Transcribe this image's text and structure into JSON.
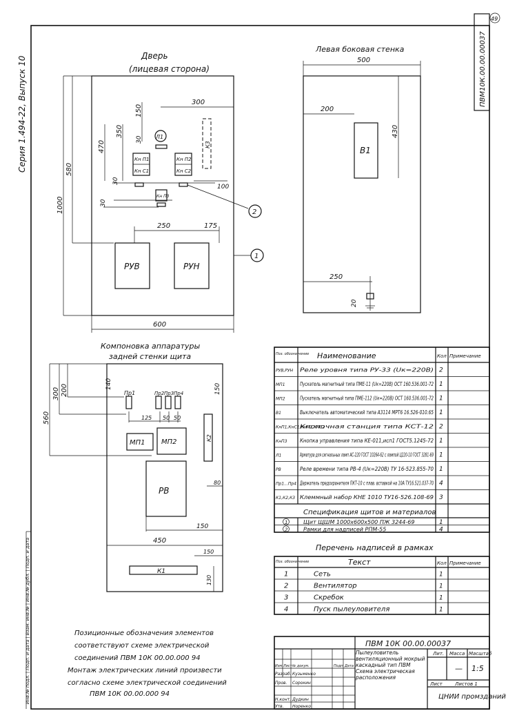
{
  "side": {
    "series": "Серия 1.494-22, Выпуск 10",
    "inv_labels": "Инв.№ подл. | Подп. и дата | Взам. инв.№ | Инв.№ дубл. | Подп. и дата"
  },
  "doc_code_rotated": "ПВМ10К.00.00.00037",
  "page_mark": "49",
  "door": {
    "title": "Дверь",
    "subtitle": "(лицевая сторона)",
    "dims": {
      "d1000": "1000",
      "d580": "580",
      "d470": "470",
      "d350": "350",
      "d150": "150",
      "d300": "300",
      "d30a": "30",
      "d30b": "30",
      "d30c": "30",
      "d100": "100",
      "d250": "250",
      "d175": "175",
      "d600": "600"
    },
    "labels": {
      "A1": "Л1",
      "knp1": "Кн П1",
      "knc1": "Кн С1",
      "knp2": "Кн П2",
      "knc2": "Кн С2",
      "knp3": "Кн П3",
      "k3": "К3",
      "ruv": "РУВ",
      "run": "РУН"
    },
    "callout1": "1",
    "callout2": "2"
  },
  "left_wall": {
    "title": "Левая боковая стенка",
    "dims": {
      "d500": "500",
      "d200": "200",
      "d430": "430",
      "d250": "250",
      "d20": "20"
    },
    "label_b1": "В1"
  },
  "back_wall": {
    "title": "Компоновка аппаратуры",
    "subtitle": "задней стенки щита",
    "dims": {
      "d560": "560",
      "d300": "300",
      "d200": "200",
      "d140": "140",
      "d125": "125",
      "d50a": "50",
      "d50b": "50",
      "d150a": "150",
      "d80": "80",
      "d150b": "150",
      "d450": "450",
      "d150c": "150",
      "d130": "130"
    },
    "labels": {
      "pr1": "Пр1",
      "pr2": "Пр2",
      "pr3": "Пр3",
      "pr4": "Пр4",
      "mp1": "МП1",
      "mp2": "МП2",
      "pv": "РВ",
      "k1": "К1",
      "k2": "К2"
    }
  },
  "spec_table": {
    "headers": [
      "Поз. обозна-чение",
      "Наименование",
      "Кол",
      "Примечание"
    ],
    "rows": [
      {
        "pos": "РУВ,РУН",
        "name": "Реле уровня типа РУ-33 (Uк=220В)",
        "qty": "2"
      },
      {
        "pos": "МП1",
        "name": "Пускатель магнитный типа ПМЕ-11 (Uк=220В) ОСТ 160.536.001-72",
        "qty": "1"
      },
      {
        "pos": "МП2",
        "name": "Пускатель магнитный типа ПМЕ-112 (Uк=220В) ОСТ 160.536.001-72",
        "qty": "1"
      },
      {
        "pos": "В1",
        "name": "Выключатель автоматический типа А3114 МРТ6 16.526-010.65",
        "qty": "1"
      },
      {
        "pos": "КнП1,КнС1,КнП2,КнС2",
        "name": "Кнопочная станция типа КСТ-12",
        "qty": "2"
      },
      {
        "pos": "КнП3",
        "name": "Кнопка управления типа КЕ-011,исп1 ГОСТ5.1245-72",
        "qty": "1"
      },
      {
        "pos": "Л1",
        "name": "Арматура для сигнальных ламп АС-220 ГОСТ 10264-62 с лампой Ц220-10 ГОСТ 3281-69",
        "qty": "1"
      },
      {
        "pos": "РВ",
        "name": "Реле времени типа РВ-4 (Uк=220В) ТУ 16-523.855-70",
        "qty": "1"
      },
      {
        "pos": "Пр1...Пр4",
        "name": "Держатель предохранителя ПКТ-10 с плав. вставкой на 10А ТУ16.521.037-70",
        "qty": "4"
      },
      {
        "pos": "К1,К2,К3",
        "name": "Клеммный набор КНЕ 1010 ТУ16-526.108-69",
        "qty": "3"
      }
    ],
    "subheader": "Спецификация щитов и материалов",
    "material_rows": [
      {
        "num": "1",
        "name": "Щит ЩШМ 1000х600х500 ПЖ 3244-69",
        "qty": "1"
      },
      {
        "num": "2",
        "name": "Рамки для надписей РПМ-55",
        "qty": "4"
      }
    ]
  },
  "inscriptions": {
    "title": "Перечень надписей в рамках",
    "headers": [
      "Поз. обозна-чение",
      "Текст",
      "Кол",
      "Примечание"
    ],
    "rows": [
      {
        "num": "1",
        "text": "Сеть",
        "qty": "1"
      },
      {
        "num": "2",
        "text": "Вентилятор",
        "qty": "1"
      },
      {
        "num": "3",
        "text": "Скребок",
        "qty": "1"
      },
      {
        "num": "4",
        "text": "Пуск пылеуловителя",
        "qty": "1"
      }
    ]
  },
  "notes": [
    "Позиционные обозначения элементов",
    "соответствуют схеме электрической",
    "соединений ПВМ 10К 00.00.000 94",
    "Монтаж электрических линий произвести",
    "согласно схеме электрической соединений",
    "ПВМ 10К 00.00.000 94"
  ],
  "title_block": {
    "code": "ПВМ 10К 00.00.00037",
    "description": "Пылеуловитель вентиляционный мокрый каскадный тип ПВМ Схема электрическая расположения",
    "lit_header": "Лит.",
    "mass_header": "Масса",
    "scale_header": "Масштаб",
    "scale": "1:5",
    "mass_value": "—",
    "sheet": "Лист",
    "sheets": "Листов 1",
    "org": "ЦНИИ промзданий",
    "row_labels": [
      "Изм.",
      "Лист",
      "№ докум.",
      "Подп.",
      "Дата"
    ],
    "roles": [
      "Разраб.",
      "Пров.",
      "Н.конт.",
      "Утв."
    ],
    "names": [
      "Кузьменко",
      "Сорокин",
      "Дудкин",
      "Норенко"
    ]
  }
}
